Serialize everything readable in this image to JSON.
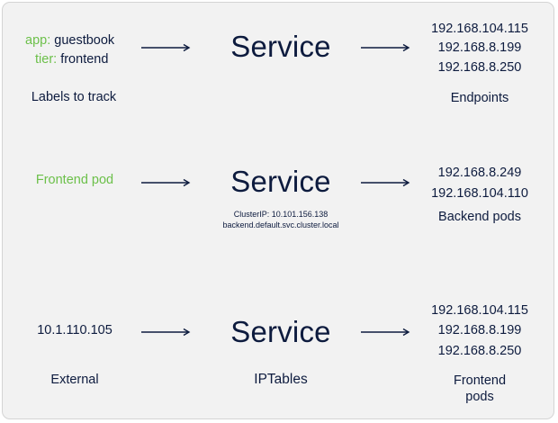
{
  "rows": [
    {
      "left": {
        "label_lines": [
          {
            "key": "app:",
            "value": "guestbook"
          },
          {
            "key": "tier:",
            "value": "frontend"
          }
        ],
        "caption": "Labels to track"
      },
      "service": {
        "label": "Service",
        "notes": []
      },
      "right": {
        "ips": [
          "192.168.104.115",
          "192.168.8.199",
          "192.168.8.250"
        ],
        "caption": "Endpoints"
      }
    },
    {
      "left": {
        "label": "Frontend pod",
        "caption": ""
      },
      "service": {
        "label": "Service",
        "notes": [
          "ClusterIP: 10.101.156.138",
          "backend.default.svc.cluster.local"
        ]
      },
      "right": {
        "ips": [
          "192.168.8.249",
          "192.168.104.110"
        ],
        "caption": "Backend pods"
      }
    },
    {
      "left": {
        "label": "10.1.110.105",
        "caption": "External"
      },
      "service": {
        "label": "Service",
        "caption": "IPTables"
      },
      "right": {
        "ips": [
          "192.168.104.115",
          "192.168.8.199",
          "192.168.8.250"
        ],
        "caption_lines": [
          "Frontend",
          "pods"
        ]
      }
    }
  ],
  "colors": {
    "text": "#0d1b3e",
    "accent_green": "#6cc04a",
    "panel": "#f2f2f2"
  }
}
